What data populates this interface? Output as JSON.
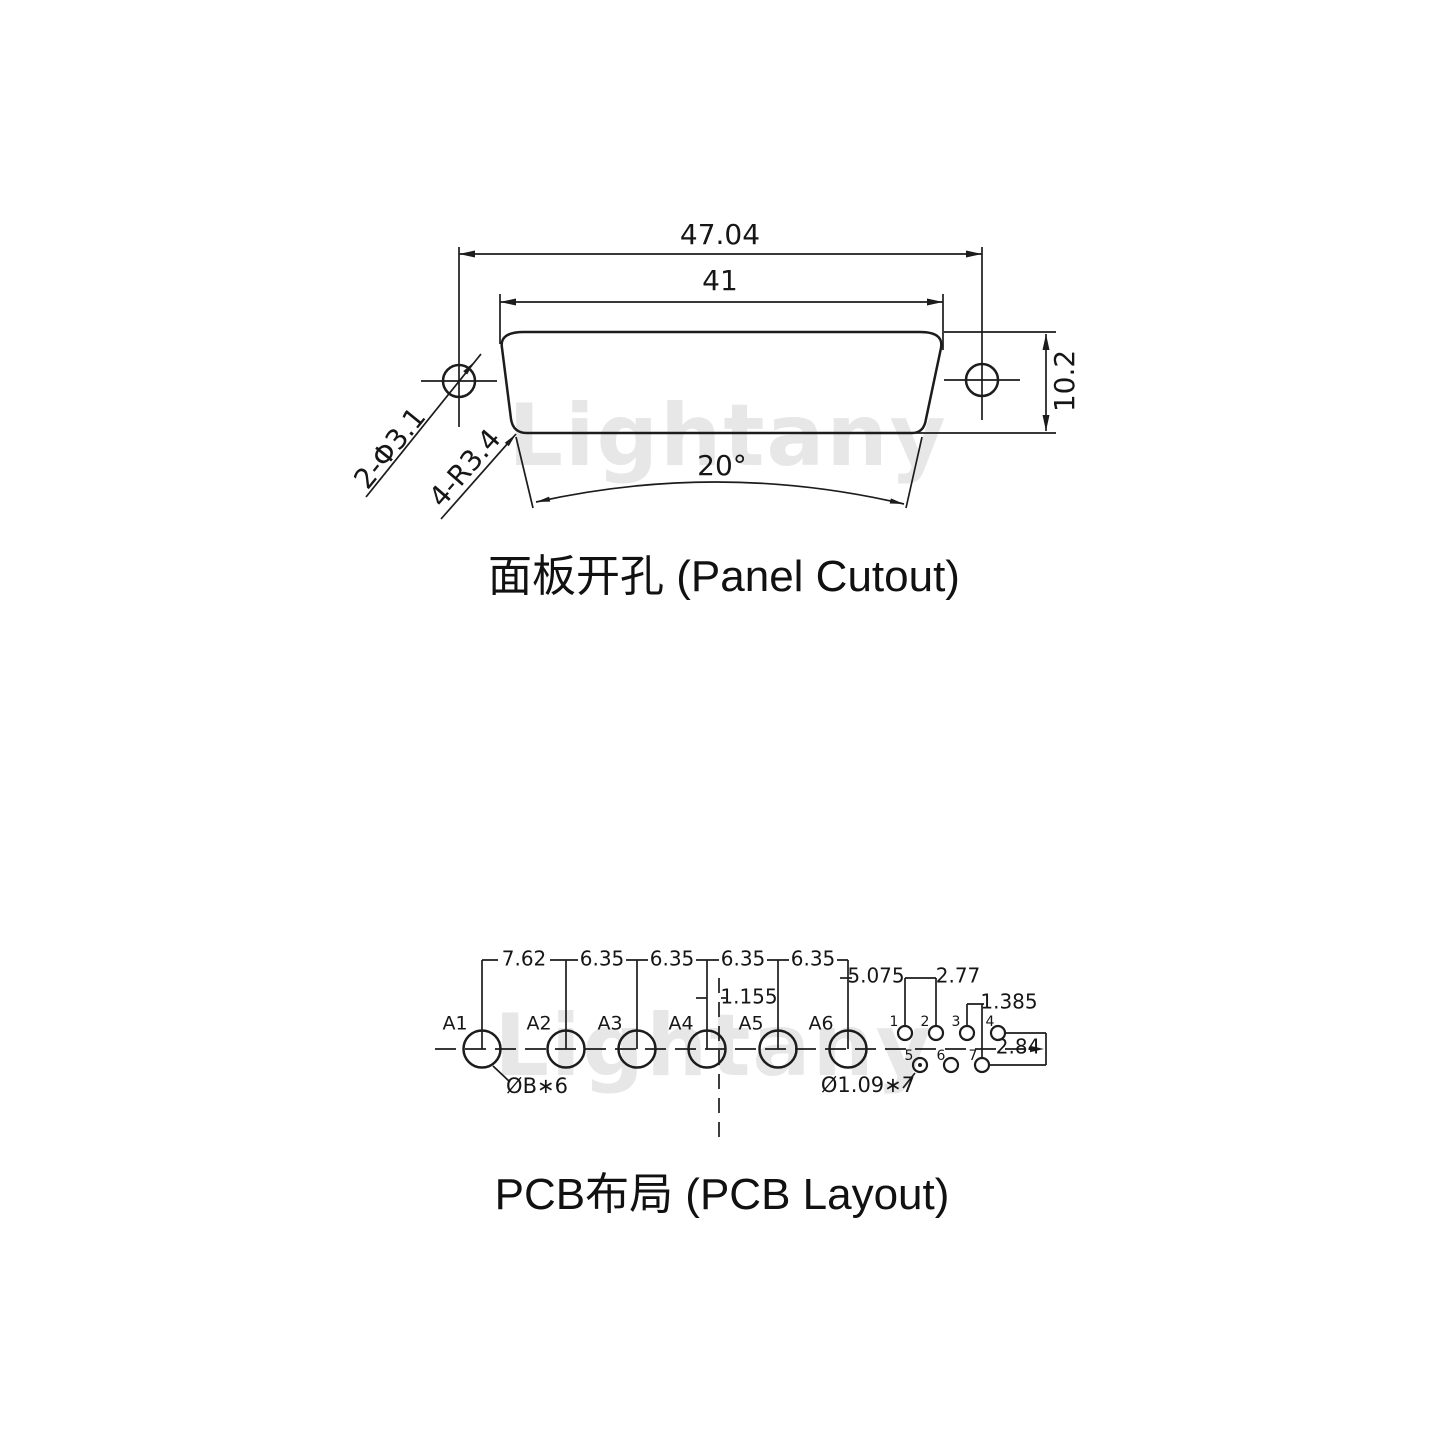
{
  "watermark": "Lightany",
  "panel": {
    "caption": "面板开孔 (Panel Cutout)",
    "dim_outer_width": "47.04",
    "dim_inner_width": "41",
    "dim_height": "10.2",
    "dim_angle": "20°",
    "dim_mount_holes": "2-Φ3.1",
    "dim_corner_radius": "4-R3.4"
  },
  "pcb": {
    "caption": "PCB布局 (PCB Layout)",
    "pitches": [
      "7.62",
      "6.35",
      "6.35",
      "6.35",
      "6.35"
    ],
    "dim_center_offset": "1.155",
    "dim_a6_to_pin1": "5.075",
    "dim_pin_pitch": "2.77",
    "dim_pin3_offset": "1.385",
    "dim_row_gap": "2.84",
    "label_power_holes": "ØB∗6",
    "label_signal_holes": "Ø1.09∗7",
    "a_labels": [
      "A1",
      "A2",
      "A3",
      "A4",
      "A5",
      "A6"
    ],
    "pin_numbers": [
      "1",
      "2",
      "3",
      "4",
      "5",
      "6",
      "7"
    ]
  }
}
